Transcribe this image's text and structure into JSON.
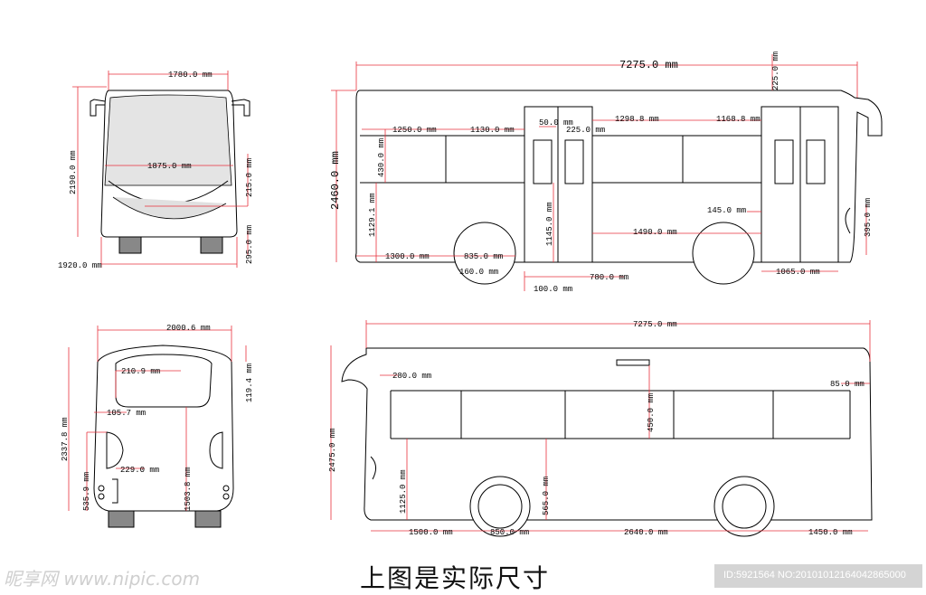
{
  "caption": "上图是实际尺寸",
  "watermark": "昵享网 www.nipic.com",
  "image_id": "ID:5921564 NO:20101012164042865000",
  "front_view": {
    "top_width": "1780.0 mm",
    "height": "2190.0 mm",
    "mid_width": "1875.0 mm",
    "bumper": "215.0 mm",
    "ground": "295.0 mm",
    "base_width": "1920.0 mm"
  },
  "rear_view": {
    "top_width": "2000.6 mm",
    "top_offset": "119.4 mm",
    "window_depth": "210.9 mm",
    "lamp": "105.7 mm",
    "height": "2337.8 mm",
    "inner_height": "1503.8 mm",
    "panel_width": "229.0 mm",
    "lower": "535.9 mm"
  },
  "side_view_right": {
    "length": "7275.0 mm",
    "height": "2460.0 mm",
    "roof": "225.0 mm",
    "w1": "1250.0 mm",
    "w2": "1130.0 mm",
    "door_gap": "50.0 mm",
    "door_inner": "225.0 mm",
    "w3": "1298.8 mm",
    "w4": "1168.8 mm",
    "window_height": "430.0 mm",
    "sill": "1129.1 mm",
    "door_height": "1145.0 mm",
    "mid_span": "1490.0 mm",
    "step": "145.0 mm",
    "rear_low": "395.0 mm",
    "front_overhang": "1300.0 mm",
    "wheel": "835.0 mm",
    "arch": "160.0 mm",
    "door_step": "100.0 mm",
    "door_width": "780.0 mm",
    "rear_door": "1065.0 mm"
  },
  "side_view_left": {
    "length": "7275.0 mm",
    "height": "2475.0 mm",
    "front_top": "280.0 mm",
    "roof_unit": "450.0 mm",
    "rear_top": "85.0 mm",
    "sill": "1125.0 mm",
    "mid": "565.0 mm",
    "front_overhang": "1500.0 mm",
    "wheel": "850.0 mm",
    "wheelbase": "2640.0 mm",
    "rear_overhang": "1450.0 mm"
  }
}
